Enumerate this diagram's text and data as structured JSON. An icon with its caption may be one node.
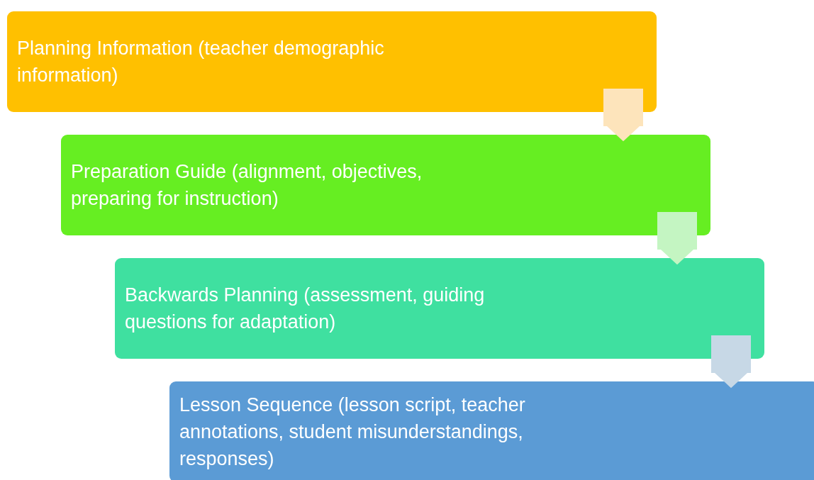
{
  "diagram": {
    "nodes": [
      {
        "text": [
          "Planning Information (teacher demographic information)"
        ]
      },
      {
        "text": [
          "Preparation Guide (alignment, objectives, preparing for instruction)"
        ]
      },
      {
        "text": [
          "Backwards Planning (assessment, guiding questions for adaptation)"
        ]
      },
      {
        "text": [
          "Lesson Sequence (lesson script, teacher annotations, student misunderstandings, responses)"
        ]
      }
    ],
    "edges": [
      {
        "from": 0,
        "to": 1,
        "arrow": "to",
        "color": "#fde4bb"
      },
      {
        "from": 1,
        "to": 2,
        "arrow": "to",
        "color": "#c4f5c2"
      },
      {
        "from": 2,
        "to": 3,
        "arrow": "to",
        "color": "#c7d8e6"
      }
    ]
  }
}
